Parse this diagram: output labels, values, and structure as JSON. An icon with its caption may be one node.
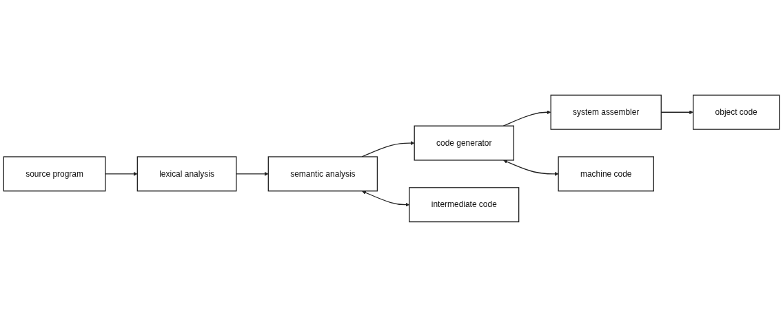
{
  "diagram": {
    "nodes": [
      {
        "text": [
          "lexical analysis"
        ]
      },
      {
        "text": [
          "semantic analysis"
        ]
      },
      {
        "text": [
          "code generator"
        ]
      },
      {
        "text": [
          "system assembler"
        ]
      },
      {
        "text": [
          "source program"
        ]
      },
      {
        "text": [
          "intermediate code"
        ]
      },
      {
        "text": [
          "machine code"
        ]
      },
      {
        "text": [
          "object code"
        ]
      }
    ],
    "edges": [
      {
        "from": 0,
        "to": 1,
        "arrow": "to"
      },
      {
        "from": 1,
        "to": 2,
        "arrow": "to"
      },
      {
        "from": 2,
        "to": 3,
        "arrow": "to"
      },
      {
        "from": 4,
        "to": 0,
        "arrow": "to"
      },
      {
        "from": 1,
        "to": 5,
        "arrow": "both"
      },
      {
        "from": 2,
        "to": 6,
        "arrow": "both"
      },
      {
        "from": 3,
        "to": 7,
        "arrow": "to"
      }
    ]
  }
}
